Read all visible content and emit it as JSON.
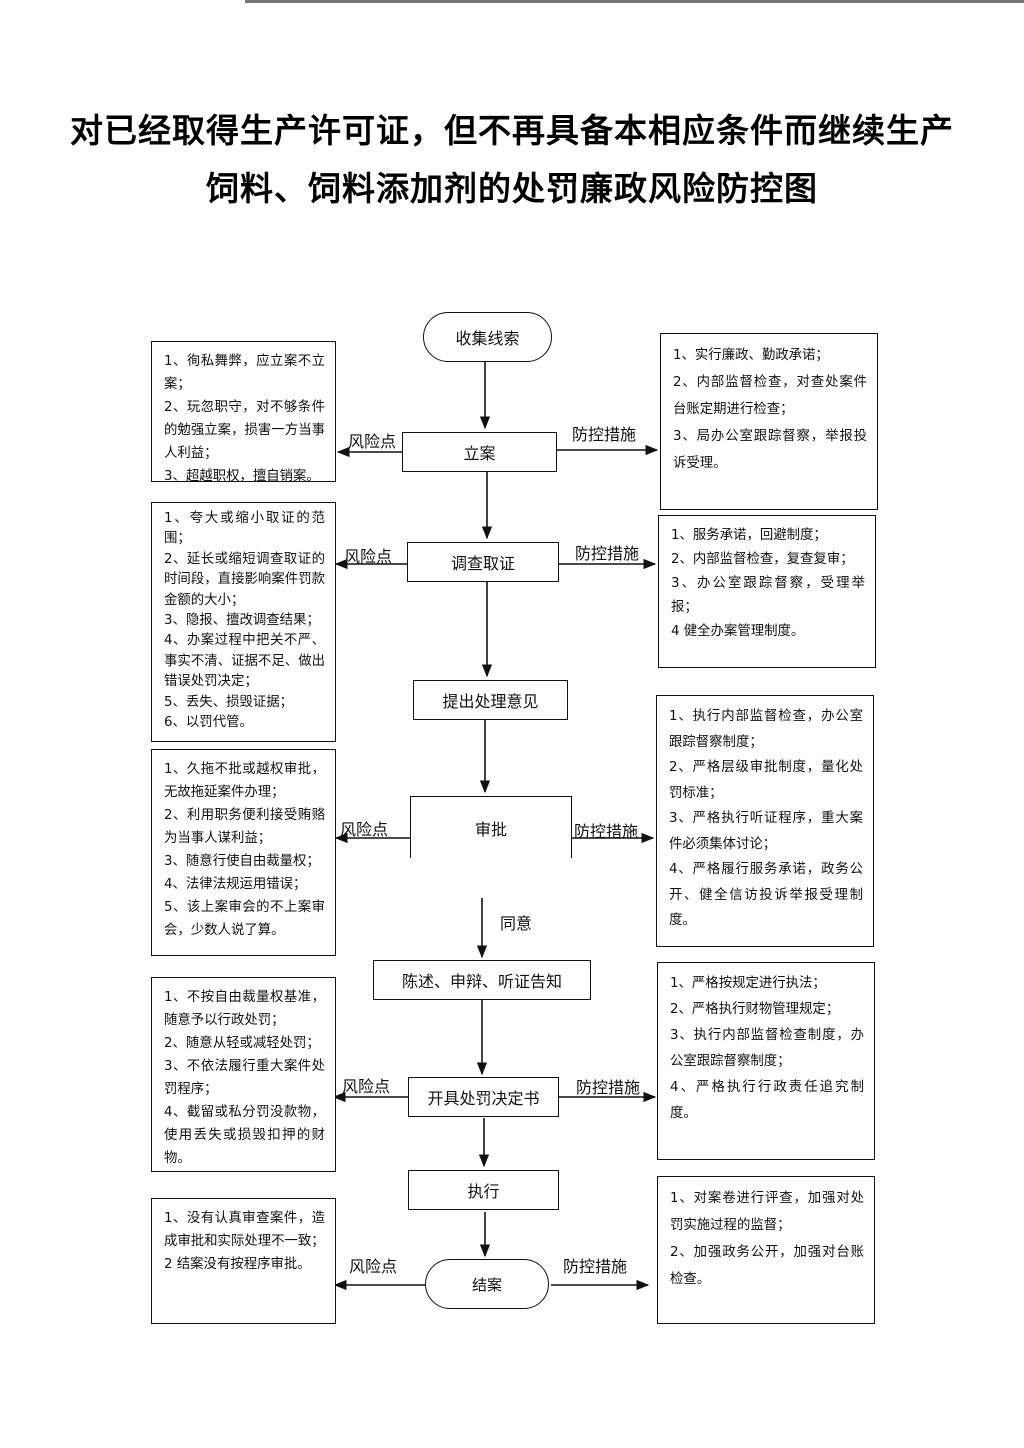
{
  "title": {
    "line1": "对已经取得生产许可证，但不再具备本相应条件而继续生产",
    "line2": "饲料、饲料添加剂的处罚廉政风险防控图"
  },
  "labels": {
    "risk": "风险点",
    "control": "防控措施",
    "agree": "同意"
  },
  "flow": {
    "start": "收集线索",
    "step1": "立案",
    "step2": "调查取证",
    "step3": "提出处理意见",
    "step4": "审批",
    "step5": "陈述、申辩、听证告知",
    "step6": "开具处罚决定书",
    "step7": "执行",
    "end": "结案"
  },
  "risks": {
    "lian": [
      "1、徇私舞弊，应立案不立案；",
      "2、玩忽职守，对不够条件的勉强立案，损害一方当事人利益；",
      "3、超越职权，擅自销案。"
    ],
    "diaocha": [
      "1、夸大或缩小取证的范围；",
      "2、延长或缩短调查取证的时间段，直接影响案件罚款金额的大小；",
      "3、隐报、擅改调查结果；",
      "4、办案过程中把关不严、事实不清、证据不足、做出错误处罚决定；",
      "5、丢失、损毁证据；",
      "6、以罚代管。"
    ],
    "shenpi": [
      "1、久拖不批或越权审批，无故拖延案件办理；",
      "2、利用职务便利接受贿赂为当事人谋利益；",
      "3、随意行使自由裁量权；",
      "4、法律法规运用错误；",
      "5、该上案审会的不上案审会，少数人说了算。"
    ],
    "juedingshu": [
      "1、不按自由裁量权基准，随意予以行政处罚；",
      "2、随意从轻或减轻处罚；",
      "3、不依法履行重大案件处罚程序；",
      "4、截留或私分罚没款物，使用丢失或损毁扣押的财物。"
    ],
    "jiean": [
      "1、没有认真审查案件，造成审批和实际处理不一致；",
      "2 结案没有按程序审批。"
    ]
  },
  "controls": {
    "lian": [
      "1、实行廉政、勤政承诺；",
      "2、内部监督检查，对查处案件台账定期进行检查；",
      "3、局办公室跟踪督察，举报投诉受理。"
    ],
    "diaocha": [
      "1、服务承诺，回避制度；",
      "2、内部监督检查，复查复审；",
      "3、办公室跟踪督察，受理举报；",
      "4 健全办案管理制度。"
    ],
    "shenpi": [
      "1、执行内部监督检查，办公室跟踪督察制度；",
      "2、严格层级审批制度，量化处罚标准；",
      "3、严格执行听证程序，重大案件必须集体讨论；",
      "4、严格履行服务承诺，政务公开、健全信访投诉举报受理制度。"
    ],
    "juedingshu": [
      "1、严格按规定进行执法；",
      "2、严格执行财物管理规定；",
      "3、执行内部监督检查制度，办公室跟踪督察制度；",
      "4、严格执行行政责任追究制度。"
    ],
    "jiean": [
      "1、对案卷进行评查，加强对处罚实施过程的监督；",
      "2、加强政务公开，加强对台账检查。"
    ]
  }
}
